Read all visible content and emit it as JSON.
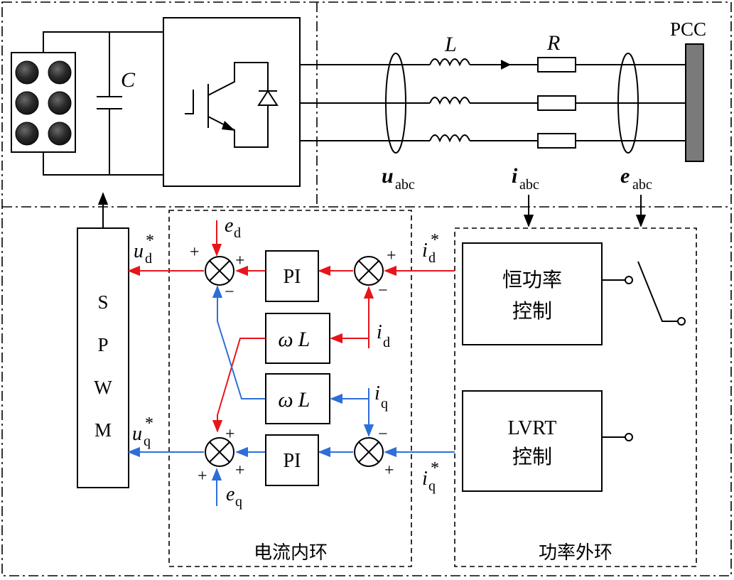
{
  "power_stage": {
    "capacitor_label": "C",
    "inductor_label": "L",
    "resistor_label": "R",
    "pcc_label": "PCC",
    "u_sym": "u",
    "i_sym": "i",
    "e_sym": "e",
    "abc_sub": "abc"
  },
  "spwm": {
    "letters": [
      "S",
      "P",
      "W",
      "M"
    ]
  },
  "signals": {
    "u": "u",
    "i": "i",
    "e": "e",
    "d": "d",
    "q": "q",
    "star": "*"
  },
  "inner_loop": {
    "title": "电流内环",
    "pi_label": "PI",
    "omega": "ω",
    "L": "L",
    "plus": "+",
    "minus": "−"
  },
  "outer_loop": {
    "title": "功率外环",
    "constant_power_line1": "恒功率",
    "constant_power_line2": "控制",
    "lvrt_line1": "LVRT",
    "lvrt_line2": "控制"
  },
  "colors": {
    "d_axis": "#e8141b",
    "q_axis": "#2d6fd8",
    "battery": "#2a2a2a",
    "pcc_bar": "#7a7a7a"
  }
}
